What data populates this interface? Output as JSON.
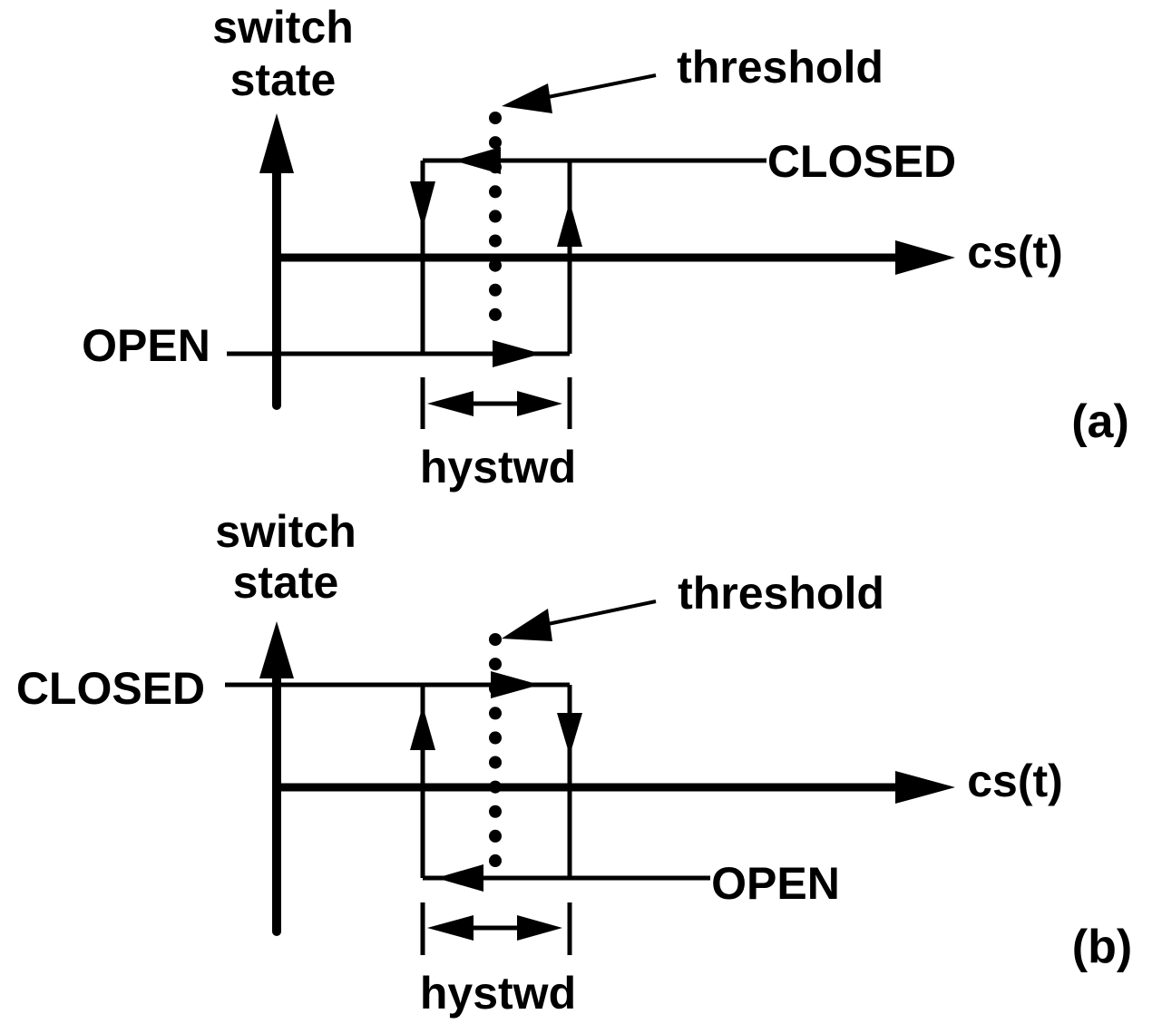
{
  "figure": {
    "background": "#ffffff",
    "ink": "#000000",
    "description": "Hysteresis switching characteristic of a threshold comparator"
  },
  "diagrams": [
    {
      "caption": "(a)",
      "y_axis_label_line1": "switch",
      "y_axis_label_line2": "state",
      "threshold_label": "threshold",
      "x_axis_label": "cs(t)",
      "closed_label": "CLOSED",
      "open_label": "OPEN",
      "hysteresis_width_label": "hystwd"
    },
    {
      "caption": "(b)",
      "y_axis_label_line1": "switch",
      "y_axis_label_line2": "state",
      "threshold_label": "threshold",
      "x_axis_label": "cs(t)",
      "closed_label": "CLOSED",
      "open_label": "OPEN",
      "hysteresis_width_label": "hystwd"
    }
  ]
}
